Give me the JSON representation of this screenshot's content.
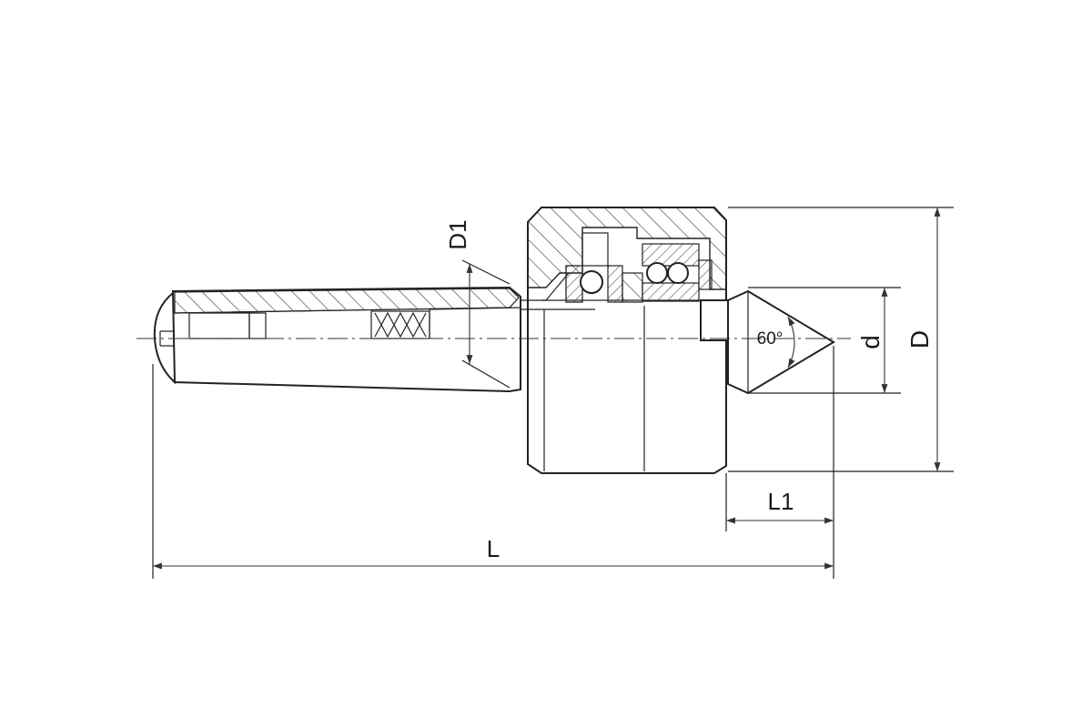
{
  "labels": {
    "overall_length": "L",
    "tip_length": "L1",
    "body_diameter": "D",
    "tip_diameter": "d",
    "shank_diameter": "D1",
    "tip_angle": "60°"
  },
  "colors": {
    "line": "#222222",
    "hatch": "#444444",
    "background": "#ffffff"
  }
}
